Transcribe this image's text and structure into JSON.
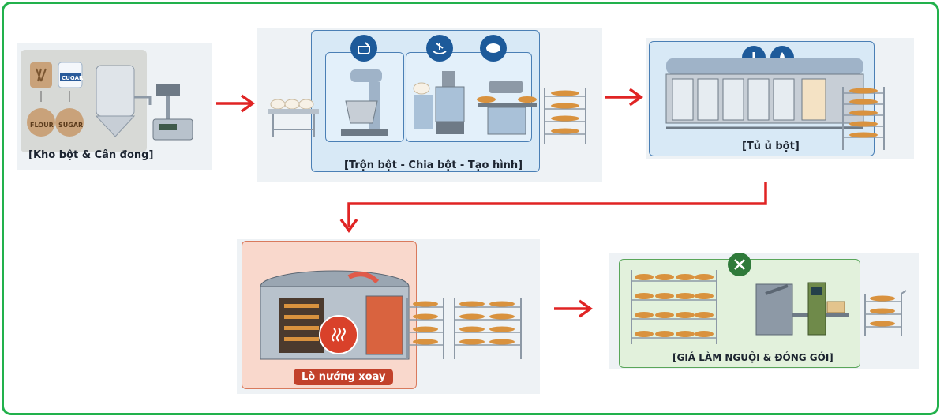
{
  "stages": {
    "storage": {
      "caption": "[Kho bột & Cân đong]",
      "bags": [
        "FLOUR",
        "SUGAR",
        "CUGAR"
      ]
    },
    "mixing": {
      "caption": "[Trộn bột - Chia bột - Tạo hình]"
    },
    "proofing": {
      "caption": "[Tủ ủ bột]"
    },
    "oven": {
      "caption": "Lò nướng xoay"
    },
    "cooling": {
      "caption": "[GIÁ LÀM NGUỘI & ĐÓNG GÓI]"
    }
  },
  "colors": {
    "arrow": "#e02424",
    "frame": "#22b14c",
    "icon_bg": "#1d5a9a"
  }
}
